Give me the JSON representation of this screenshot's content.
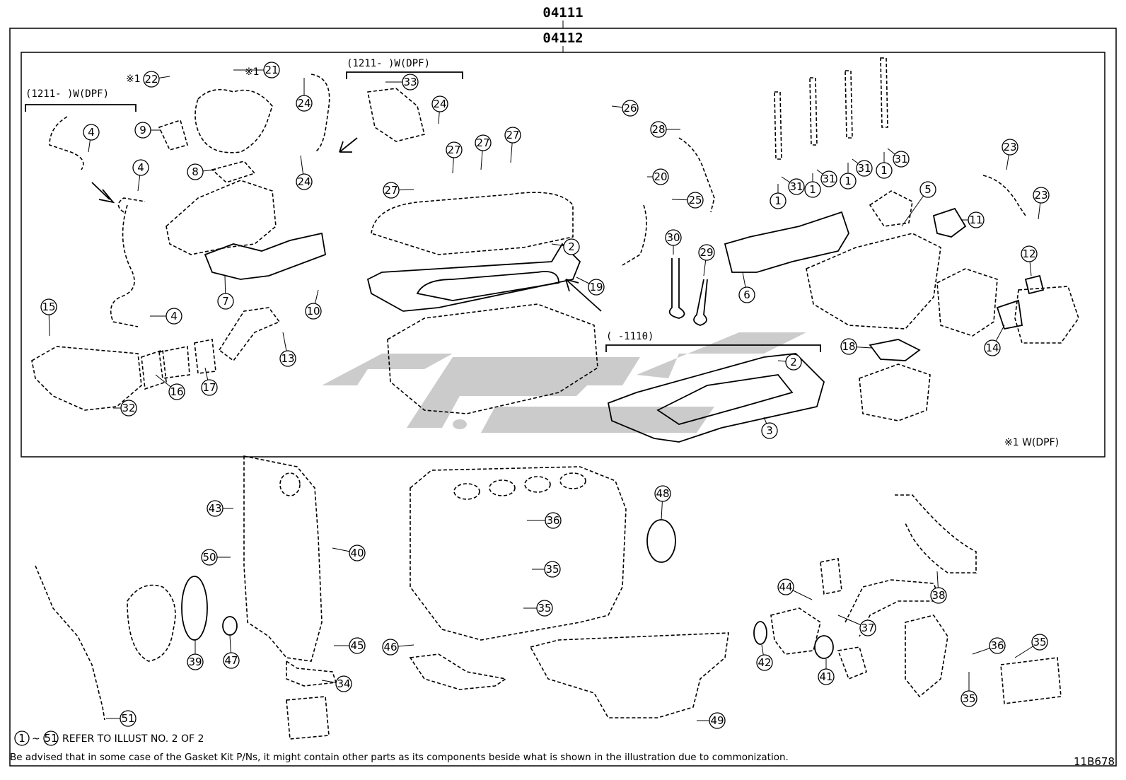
{
  "header": {
    "assembly_code": "04111",
    "sub_assembly_code": "04112"
  },
  "notes": {
    "condition_left": "(1211-      )W(DPF)",
    "condition_top": "(1211-      )W(DPF)",
    "condition_bottom": "(      -1110)",
    "footnote_dpf": "※1 W(DPF)",
    "callout_21_prefix": "※1",
    "callout_22_prefix": "※1",
    "refer_range_start": "1",
    "refer_range_sep": "~",
    "refer_range_end": "51",
    "refer_text": "REFER TO ILLUST NO. 2 OF 2",
    "disclaimer": "Be advised that in some case of the Gasket Kit P/Ns,  it might contain other parts as its components beside what is shown in the illustration due to commonization.",
    "illustration_id": "11B678"
  },
  "watermark": {
    "kind": "logo",
    "color": "#c8c8c8"
  },
  "callouts": [
    {
      "label": "1"
    },
    {
      "label": "1"
    },
    {
      "label": "1"
    },
    {
      "label": "1"
    },
    {
      "label": "2"
    },
    {
      "label": "2"
    },
    {
      "label": "3"
    },
    {
      "label": "4"
    },
    {
      "label": "4"
    },
    {
      "label": "4"
    },
    {
      "label": "5"
    },
    {
      "label": "6"
    },
    {
      "label": "7"
    },
    {
      "label": "8"
    },
    {
      "label": "9"
    },
    {
      "label": "10"
    },
    {
      "label": "11"
    },
    {
      "label": "12"
    },
    {
      "label": "13"
    },
    {
      "label": "14"
    },
    {
      "label": "15"
    },
    {
      "label": "16"
    },
    {
      "label": "17"
    },
    {
      "label": "18"
    },
    {
      "label": "19"
    },
    {
      "label": "20"
    },
    {
      "label": "21"
    },
    {
      "label": "22"
    },
    {
      "label": "23"
    },
    {
      "label": "23"
    },
    {
      "label": "24"
    },
    {
      "label": "24"
    },
    {
      "label": "24"
    },
    {
      "label": "25"
    },
    {
      "label": "26"
    },
    {
      "label": "27"
    },
    {
      "label": "27"
    },
    {
      "label": "27"
    },
    {
      "label": "27"
    },
    {
      "label": "28"
    },
    {
      "label": "29"
    },
    {
      "label": "30"
    },
    {
      "label": "31"
    },
    {
      "label": "31"
    },
    {
      "label": "31"
    },
    {
      "label": "31"
    },
    {
      "label": "32"
    },
    {
      "label": "33"
    },
    {
      "label": "34"
    },
    {
      "label": "35"
    },
    {
      "label": "35"
    },
    {
      "label": "35"
    },
    {
      "label": "35"
    },
    {
      "label": "36"
    },
    {
      "label": "36"
    },
    {
      "label": "37"
    },
    {
      "label": "38"
    },
    {
      "label": "39"
    },
    {
      "label": "40"
    },
    {
      "label": "41"
    },
    {
      "label": "42"
    },
    {
      "label": "43"
    },
    {
      "label": "44"
    },
    {
      "label": "45"
    },
    {
      "label": "46"
    },
    {
      "label": "47"
    },
    {
      "label": "48"
    },
    {
      "label": "49"
    },
    {
      "label": "50"
    },
    {
      "label": "51"
    }
  ]
}
